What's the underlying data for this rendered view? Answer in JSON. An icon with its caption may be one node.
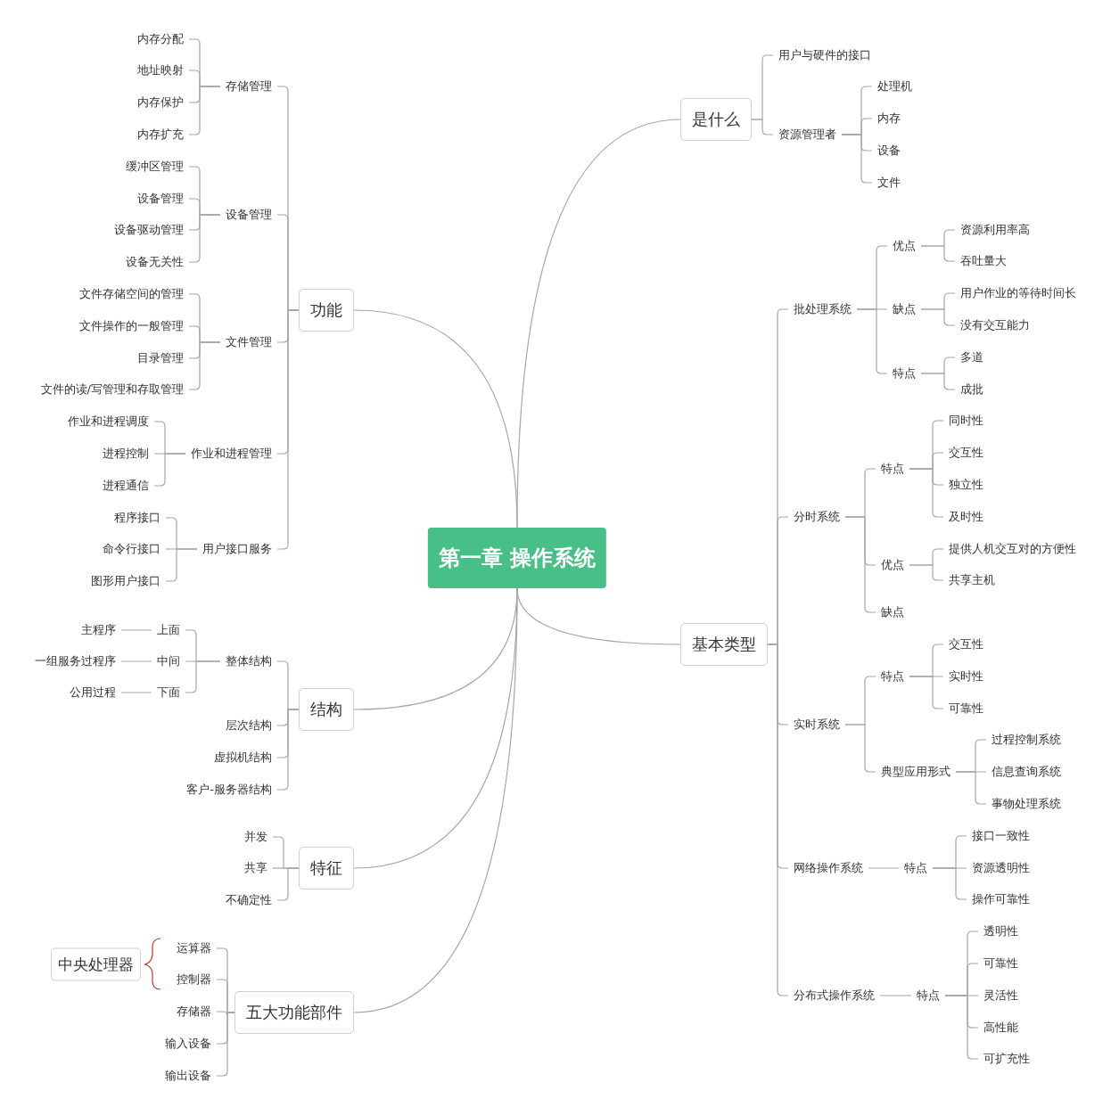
{
  "diagram": {
    "nodes": [
      {
        "text": [
          "第一章 操作系统"
        ]
      },
      {
        "text": [
          "功能"
        ]
      },
      {
        "text": [
          "存储管理"
        ]
      },
      {
        "text": [
          "内存分配"
        ]
      },
      {
        "text": [
          "地址映射"
        ]
      },
      {
        "text": [
          "内存保护"
        ]
      },
      {
        "text": [
          "内存扩充"
        ]
      },
      {
        "text": [
          "设备管理"
        ]
      },
      {
        "text": [
          "缓冲区管理"
        ]
      },
      {
        "text": [
          "设备管理"
        ]
      },
      {
        "text": [
          "设备驱动管理"
        ]
      },
      {
        "text": [
          "设备无关性"
        ]
      },
      {
        "text": [
          "文件管理"
        ]
      },
      {
        "text": [
          "文件存储空间的管理"
        ]
      },
      {
        "text": [
          "文件操作的一般管理"
        ]
      },
      {
        "text": [
          "目录管理"
        ]
      },
      {
        "text": [
          "文件的读/写管理和存取管理"
        ]
      },
      {
        "text": [
          "作业和进程管理"
        ]
      },
      {
        "text": [
          "作业和进程调度"
        ]
      },
      {
        "text": [
          "进程控制"
        ]
      },
      {
        "text": [
          "进程通信"
        ]
      },
      {
        "text": [
          "用户接口服务"
        ]
      },
      {
        "text": [
          "程序接口"
        ]
      },
      {
        "text": [
          "命令行接口"
        ]
      },
      {
        "text": [
          "图形用户接口"
        ]
      },
      {
        "text": [
          "结构"
        ]
      },
      {
        "text": [
          "整体结构"
        ]
      },
      {
        "text": [
          "上面"
        ]
      },
      {
        "text": [
          "主程序"
        ]
      },
      {
        "text": [
          "中间"
        ]
      },
      {
        "text": [
          "一组服务过程序"
        ]
      },
      {
        "text": [
          "下面"
        ]
      },
      {
        "text": [
          "公用过程"
        ]
      },
      {
        "text": [
          "层次结构"
        ]
      },
      {
        "text": [
          "虚拟机结构"
        ]
      },
      {
        "text": [
          "客户-服务器结构"
        ]
      },
      {
        "text": [
          "特征"
        ]
      },
      {
        "text": [
          "并发"
        ]
      },
      {
        "text": [
          "共享"
        ]
      },
      {
        "text": [
          "不确定性"
        ]
      },
      {
        "text": [
          "五大功能部件"
        ]
      },
      {
        "text": [
          "运算器"
        ]
      },
      {
        "text": [
          "控制器"
        ]
      },
      {
        "text": [
          "存储器"
        ]
      },
      {
        "text": [
          "输入设备"
        ]
      },
      {
        "text": [
          "输出设备"
        ]
      },
      {
        "text": [
          "中央处理器"
        ]
      },
      {
        "text": [
          "是什么"
        ]
      },
      {
        "text": [
          "用户与硬件的接口"
        ]
      },
      {
        "text": [
          "资源管理者"
        ]
      },
      {
        "text": [
          "处理机"
        ]
      },
      {
        "text": [
          "内存"
        ]
      },
      {
        "text": [
          "设备"
        ]
      },
      {
        "text": [
          "文件"
        ]
      },
      {
        "text": [
          "基本类型"
        ]
      },
      {
        "text": [
          "批处理系统"
        ]
      },
      {
        "text": [
          "优点"
        ]
      },
      {
        "text": [
          "资源利用率高"
        ]
      },
      {
        "text": [
          "吞吐量大"
        ]
      },
      {
        "text": [
          "缺点"
        ]
      },
      {
        "text": [
          "用户作业的等待时间长"
        ]
      },
      {
        "text": [
          "没有交互能力"
        ]
      },
      {
        "text": [
          "特点"
        ]
      },
      {
        "text": [
          "多道"
        ]
      },
      {
        "text": [
          "成批"
        ]
      },
      {
        "text": [
          "分时系统"
        ]
      },
      {
        "text": [
          "特点"
        ]
      },
      {
        "text": [
          "同时性"
        ]
      },
      {
        "text": [
          "交互性"
        ]
      },
      {
        "text": [
          "独立性"
        ]
      },
      {
        "text": [
          "及时性"
        ]
      },
      {
        "text": [
          "优点"
        ]
      },
      {
        "text": [
          "提供人机交互对的方便性"
        ]
      },
      {
        "text": [
          "共享主机"
        ]
      },
      {
        "text": [
          "缺点"
        ]
      },
      {
        "text": [
          "实时系统"
        ]
      },
      {
        "text": [
          "特点"
        ]
      },
      {
        "text": [
          "交互性"
        ]
      },
      {
        "text": [
          "实时性"
        ]
      },
      {
        "text": [
          "可靠性"
        ]
      },
      {
        "text": [
          "典型应用形式"
        ]
      },
      {
        "text": [
          "过程控制系统"
        ]
      },
      {
        "text": [
          "信息查询系统"
        ]
      },
      {
        "text": [
          "事物处理系统"
        ]
      },
      {
        "text": [
          "网络操作系统"
        ]
      },
      {
        "text": [
          "特点"
        ]
      },
      {
        "text": [
          "接口一致性"
        ]
      },
      {
        "text": [
          "资源透明性"
        ]
      },
      {
        "text": [
          "操作可靠性"
        ]
      },
      {
        "text": [
          "分布式操作系统"
        ]
      },
      {
        "text": [
          "特点"
        ]
      },
      {
        "text": [
          "透明性"
        ]
      },
      {
        "text": [
          "可靠性"
        ]
      },
      {
        "text": [
          "灵活性"
        ]
      },
      {
        "text": [
          "高性能"
        ]
      },
      {
        "text": [
          "可扩充性"
        ]
      }
    ],
    "edges": [
      {
        "from": 0,
        "to": 1,
        "arrow": "none"
      },
      {
        "from": 1,
        "to": 2,
        "arrow": "none"
      },
      {
        "from": 2,
        "to": 3,
        "arrow": "none"
      },
      {
        "from": 2,
        "to": 4,
        "arrow": "none"
      },
      {
        "from": 2,
        "to": 5,
        "arrow": "none"
      },
      {
        "from": 2,
        "to": 6,
        "arrow": "none"
      },
      {
        "from": 1,
        "to": 7,
        "arrow": "none"
      },
      {
        "from": 7,
        "to": 8,
        "arrow": "none"
      },
      {
        "from": 7,
        "to": 9,
        "arrow": "none"
      },
      {
        "from": 7,
        "to": 10,
        "arrow": "none"
      },
      {
        "from": 7,
        "to": 11,
        "arrow": "none"
      },
      {
        "from": 1,
        "to": 12,
        "arrow": "none"
      },
      {
        "from": 12,
        "to": 13,
        "arrow": "none"
      },
      {
        "from": 12,
        "to": 14,
        "arrow": "none"
      },
      {
        "from": 12,
        "to": 15,
        "arrow": "none"
      },
      {
        "from": 12,
        "to": 16,
        "arrow": "none"
      },
      {
        "from": 1,
        "to": 17,
        "arrow": "none"
      },
      {
        "from": 17,
        "to": 18,
        "arrow": "none"
      },
      {
        "from": 17,
        "to": 19,
        "arrow": "none"
      },
      {
        "from": 17,
        "to": 20,
        "arrow": "none"
      },
      {
        "from": 1,
        "to": 21,
        "arrow": "none"
      },
      {
        "from": 21,
        "to": 22,
        "arrow": "none"
      },
      {
        "from": 21,
        "to": 23,
        "arrow": "none"
      },
      {
        "from": 21,
        "to": 24,
        "arrow": "none"
      },
      {
        "from": 0,
        "to": 25,
        "arrow": "none"
      },
      {
        "from": 25,
        "to": 26,
        "arrow": "none"
      },
      {
        "from": 26,
        "to": 27,
        "arrow": "none"
      },
      {
        "from": 27,
        "to": 28,
        "arrow": "none"
      },
      {
        "from": 26,
        "to": 29,
        "arrow": "none"
      },
      {
        "from": 29,
        "to": 30,
        "arrow": "none"
      },
      {
        "from": 26,
        "to": 31,
        "arrow": "none"
      },
      {
        "from": 31,
        "to": 32,
        "arrow": "none"
      },
      {
        "from": 25,
        "to": 33,
        "arrow": "none"
      },
      {
        "from": 25,
        "to": 34,
        "arrow": "none"
      },
      {
        "from": 25,
        "to": 35,
        "arrow": "none"
      },
      {
        "from": 0,
        "to": 36,
        "arrow": "none"
      },
      {
        "from": 36,
        "to": 37,
        "arrow": "none"
      },
      {
        "from": 36,
        "to": 38,
        "arrow": "none"
      },
      {
        "from": 36,
        "to": 39,
        "arrow": "none"
      },
      {
        "from": 0,
        "to": 40,
        "arrow": "none"
      },
      {
        "from": 40,
        "to": 41,
        "arrow": "none"
      },
      {
        "from": 40,
        "to": 42,
        "arrow": "none"
      },
      {
        "from": 40,
        "to": 43,
        "arrow": "none"
      },
      {
        "from": 40,
        "to": 44,
        "arrow": "none"
      },
      {
        "from": 40,
        "to": 45,
        "arrow": "none"
      },
      {
        "from": 0,
        "to": 47,
        "arrow": "none"
      },
      {
        "from": 47,
        "to": 48,
        "arrow": "none"
      },
      {
        "from": 47,
        "to": 49,
        "arrow": "none"
      },
      {
        "from": 49,
        "to": 50,
        "arrow": "none"
      },
      {
        "from": 49,
        "to": 51,
        "arrow": "none"
      },
      {
        "from": 49,
        "to": 52,
        "arrow": "none"
      },
      {
        "from": 49,
        "to": 53,
        "arrow": "none"
      },
      {
        "from": 0,
        "to": 54,
        "arrow": "none"
      },
      {
        "from": 54,
        "to": 55,
        "arrow": "none"
      },
      {
        "from": 55,
        "to": 56,
        "arrow": "none"
      },
      {
        "from": 56,
        "to": 57,
        "arrow": "none"
      },
      {
        "from": 56,
        "to": 58,
        "arrow": "none"
      },
      {
        "from": 55,
        "to": 59,
        "arrow": "none"
      },
      {
        "from": 59,
        "to": 60,
        "arrow": "none"
      },
      {
        "from": 59,
        "to": 61,
        "arrow": "none"
      },
      {
        "from": 55,
        "to": 62,
        "arrow": "none"
      },
      {
        "from": 62,
        "to": 63,
        "arrow": "none"
      },
      {
        "from": 62,
        "to": 64,
        "arrow": "none"
      },
      {
        "from": 54,
        "to": 65,
        "arrow": "none"
      },
      {
        "from": 65,
        "to": 66,
        "arrow": "none"
      },
      {
        "from": 66,
        "to": 67,
        "arrow": "none"
      },
      {
        "from": 66,
        "to": 68,
        "arrow": "none"
      },
      {
        "from": 66,
        "to": 69,
        "arrow": "none"
      },
      {
        "from": 66,
        "to": 70,
        "arrow": "none"
      },
      {
        "from": 65,
        "to": 71,
        "arrow": "none"
      },
      {
        "from": 71,
        "to": 72,
        "arrow": "none"
      },
      {
        "from": 71,
        "to": 73,
        "arrow": "none"
      },
      {
        "from": 65,
        "to": 74,
        "arrow": "none"
      },
      {
        "from": 54,
        "to": 75,
        "arrow": "none"
      },
      {
        "from": 75,
        "to": 76,
        "arrow": "none"
      },
      {
        "from": 76,
        "to": 77,
        "arrow": "none"
      },
      {
        "from": 76,
        "to": 78,
        "arrow": "none"
      },
      {
        "from": 76,
        "to": 79,
        "arrow": "none"
      },
      {
        "from": 75,
        "to": 80,
        "arrow": "none"
      },
      {
        "from": 80,
        "to": 81,
        "arrow": "none"
      },
      {
        "from": 80,
        "to": 82,
        "arrow": "none"
      },
      {
        "from": 80,
        "to": 83,
        "arrow": "none"
      },
      {
        "from": 54,
        "to": 84,
        "arrow": "none"
      },
      {
        "from": 84,
        "to": 85,
        "arrow": "none"
      },
      {
        "from": 85,
        "to": 86,
        "arrow": "none"
      },
      {
        "from": 85,
        "to": 87,
        "arrow": "none"
      },
      {
        "from": 85,
        "to": 88,
        "arrow": "none"
      },
      {
        "from": 54,
        "to": 89,
        "arrow": "none"
      },
      {
        "from": 89,
        "to": 90,
        "arrow": "none"
      },
      {
        "from": 90,
        "to": 91,
        "arrow": "none"
      },
      {
        "from": 90,
        "to": 92,
        "arrow": "none"
      },
      {
        "from": 90,
        "to": 93,
        "arrow": "none"
      },
      {
        "from": 90,
        "to": 94,
        "arrow": "none"
      },
      {
        "from": 90,
        "to": 95,
        "arrow": "none"
      }
    ]
  }
}
